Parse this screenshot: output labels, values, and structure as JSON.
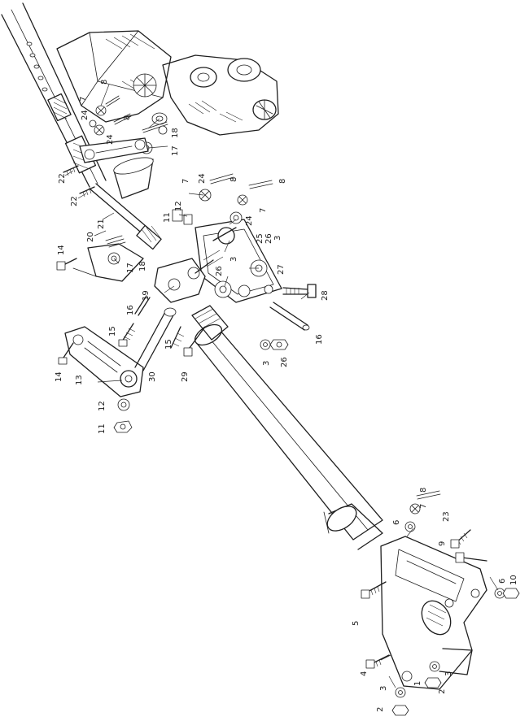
{
  "callouts": [
    {
      "id": "c8a",
      "text": "8"
    },
    {
      "id": "c7a",
      "text": "7"
    },
    {
      "id": "c24a",
      "text": "24"
    },
    {
      "id": "c8b",
      "text": "8"
    },
    {
      "id": "c24b",
      "text": "24"
    },
    {
      "id": "c18a",
      "text": "18"
    },
    {
      "id": "c17a",
      "text": "17"
    },
    {
      "id": "c22a",
      "text": "22"
    },
    {
      "id": "c22b",
      "text": "22"
    },
    {
      "id": "c21",
      "text": "21"
    },
    {
      "id": "c20",
      "text": "20"
    },
    {
      "id": "c8c",
      "text": "8"
    },
    {
      "id": "c7b",
      "text": "7"
    },
    {
      "id": "c24c",
      "text": "24"
    },
    {
      "id": "c12a",
      "text": "12"
    },
    {
      "id": "c11a",
      "text": "11"
    },
    {
      "id": "c8d",
      "text": "8"
    },
    {
      "id": "c7c",
      "text": "7"
    },
    {
      "id": "c24d",
      "text": "24"
    },
    {
      "id": "c14a",
      "text": "14"
    },
    {
      "id": "c18b",
      "text": "18"
    },
    {
      "id": "c17b",
      "text": "17"
    },
    {
      "id": "c25",
      "text": "25"
    },
    {
      "id": "c26a",
      "text": "26"
    },
    {
      "id": "c3a",
      "text": "3"
    },
    {
      "id": "c27",
      "text": "27"
    },
    {
      "id": "c26b",
      "text": "26"
    },
    {
      "id": "c3b",
      "text": "3"
    },
    {
      "id": "c19",
      "text": "19"
    },
    {
      "id": "c28",
      "text": "28"
    },
    {
      "id": "c16a",
      "text": "16"
    },
    {
      "id": "c16b",
      "text": "16"
    },
    {
      "id": "c15a",
      "text": "15"
    },
    {
      "id": "c15b",
      "text": "15"
    },
    {
      "id": "c30",
      "text": "30"
    },
    {
      "id": "c29",
      "text": "29"
    },
    {
      "id": "c3c",
      "text": "3"
    },
    {
      "id": "c26c",
      "text": "26"
    },
    {
      "id": "c14b",
      "text": "14"
    },
    {
      "id": "c13",
      "text": "13"
    },
    {
      "id": "c12b",
      "text": "12"
    },
    {
      "id": "c11b",
      "text": "11"
    },
    {
      "id": "c8e",
      "text": "8"
    },
    {
      "id": "c7d",
      "text": "7"
    },
    {
      "id": "c6a",
      "text": "6"
    },
    {
      "id": "c23",
      "text": "23"
    },
    {
      "id": "c9",
      "text": "9"
    },
    {
      "id": "c6b",
      "text": "6"
    },
    {
      "id": "c10",
      "text": "10"
    },
    {
      "id": "c5",
      "text": "5"
    },
    {
      "id": "c4",
      "text": "4"
    },
    {
      "id": "c3d",
      "text": "3"
    },
    {
      "id": "c1",
      "text": "1"
    },
    {
      "id": "c3e",
      "text": "3"
    },
    {
      "id": "c2a",
      "text": "2"
    },
    {
      "id": "c2b",
      "text": "2"
    }
  ]
}
